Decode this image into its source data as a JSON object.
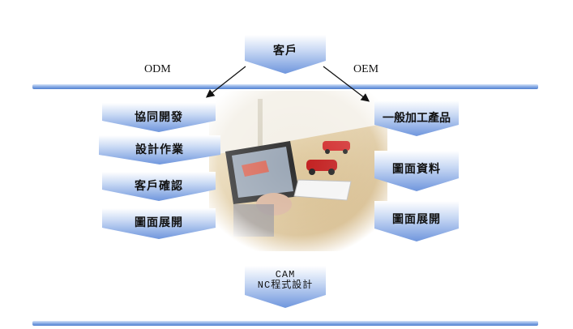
{
  "customer": "客戶",
  "odm_label": "ODM",
  "oem_label": "OEM",
  "odm_steps": [
    "協同開發",
    "設計作業",
    "客戶確認",
    "圖面展開"
  ],
  "oem_steps": [
    "一般加工產品",
    "圖面資料",
    "圖面展開"
  ],
  "cam": {
    "line1": "CAM",
    "line2": "NC程式設計"
  },
  "colors": {
    "box_top": "#ffffff",
    "box_bottom": "#6f96dd",
    "bar": "#4f7fd0"
  }
}
